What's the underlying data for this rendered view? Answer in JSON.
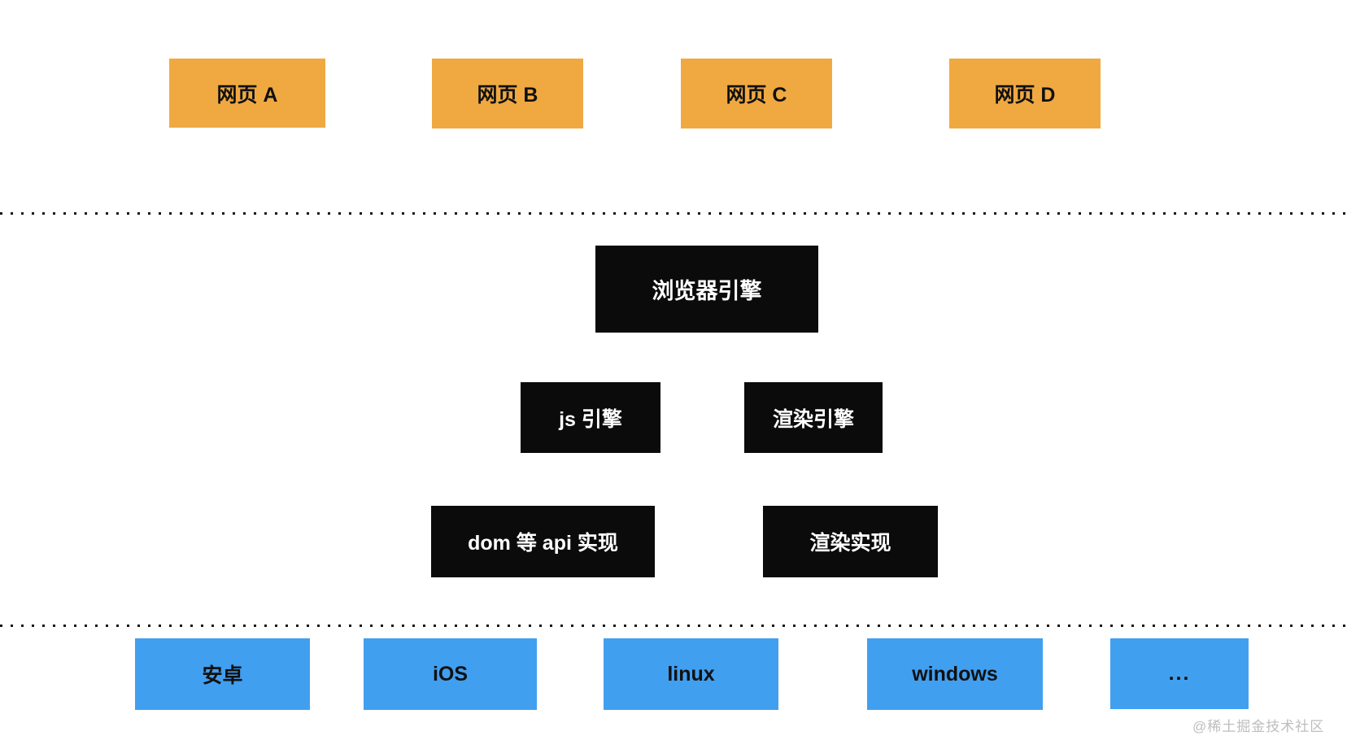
{
  "diagram": {
    "pages": [
      {
        "label": "网页 A"
      },
      {
        "label": "网页 B"
      },
      {
        "label": "网页 C"
      },
      {
        "label": "网页 D"
      }
    ],
    "browser_engine": {
      "label": "浏览器引擎"
    },
    "engines": [
      {
        "label": "js 引擎"
      },
      {
        "label": "渲染引擎"
      }
    ],
    "implementations": [
      {
        "label": "dom 等 api 实现"
      },
      {
        "label": "渲染实现"
      }
    ],
    "platforms": [
      {
        "label": "安卓"
      },
      {
        "label": "iOS"
      },
      {
        "label": "linux"
      },
      {
        "label": "windows"
      },
      {
        "label": "..."
      }
    ],
    "watermark": "@稀土掘金技术社区",
    "colors": {
      "page_fill": "#F0A941",
      "engine_fill": "#0B0B0B",
      "engine_text": "#FFFFFF",
      "platform_fill": "#419FF0",
      "node_text": "#111111",
      "watermark_text": "#BDBDBD"
    }
  }
}
